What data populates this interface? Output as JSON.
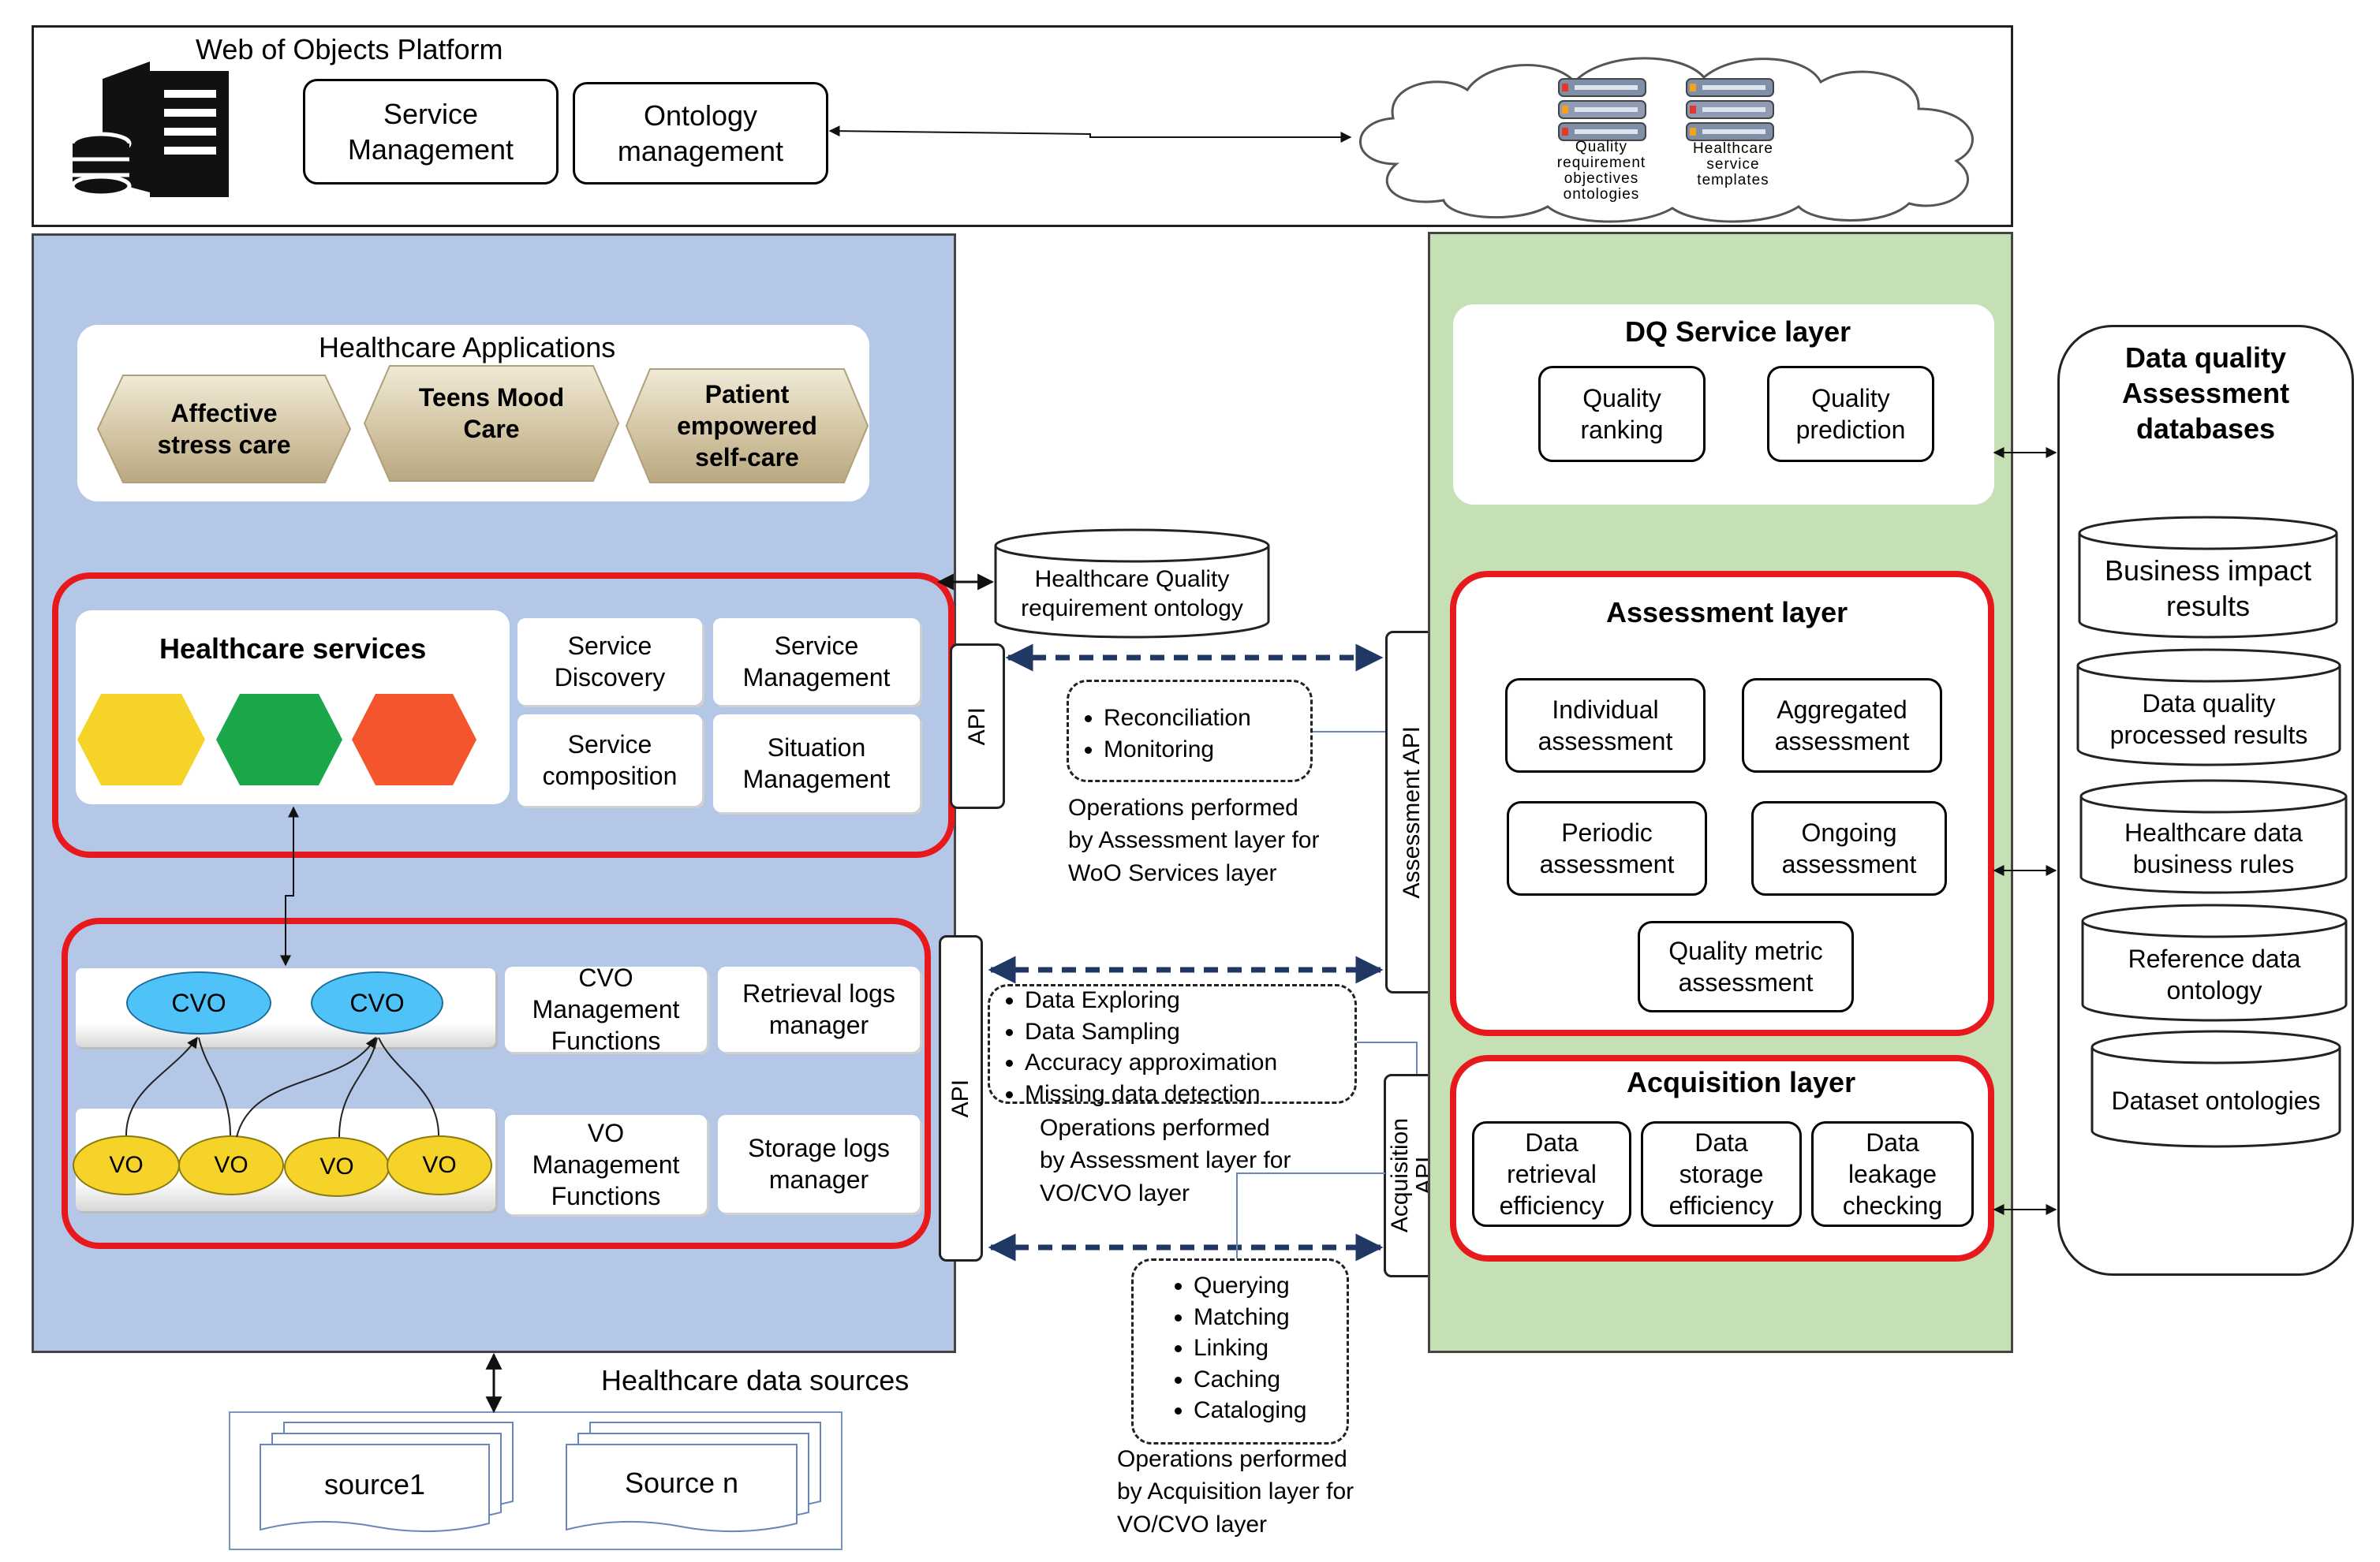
{
  "top": {
    "platform_title": "Web of Objects Platform",
    "service_management": "Service\nManagement",
    "ontology_management": "Ontology\nmanagement",
    "cloud_db1": "Quality\nrequirement\nobjectives\nontologies",
    "cloud_db2": "Healthcare\nservice\ntemplates"
  },
  "left": {
    "apps_title": "Healthcare Applications",
    "apps": [
      "Affective\nstress care",
      "Teens Mood\nCare",
      "Patient\nempowered\nself-care"
    ],
    "services_title": "Healthcare services",
    "service_cells": [
      "Service\nDiscovery",
      "Service\nManagement",
      "Service\ncomposition",
      "Situation\nManagement"
    ],
    "cvo_label": "CVO",
    "vo_label": "VO",
    "cvo_mgmt": "CVO\nManagement\nFunctions",
    "vo_mgmt": "VO\nManagement\nFunctions",
    "retrieval_logs": "Retrieval logs\nmanager",
    "storage_logs": "Storage logs\nmanager",
    "data_sources_title": "Healthcare data sources",
    "source1": "source1",
    "source_n": "Source n"
  },
  "middle": {
    "ontology_cyl": "Healthcare Quality\nrequirement ontology",
    "api": "API",
    "assessment_api": "Assessment API",
    "acquisition_api": "Acquisition\nAPI",
    "ops1_items": [
      "Reconciliation",
      "Monitoring"
    ],
    "ops1_caption": "Operations performed\nby Assessment layer for\nWoO Services layer",
    "ops2_items": [
      "Data Exploring",
      "Data Sampling",
      "Accuracy approximation",
      "Missing data detection"
    ],
    "ops2_caption": "Operations performed\nby Assessment layer for\nVO/CVO layer",
    "ops3_items": [
      "Querying",
      "Matching",
      "Linking",
      "Caching",
      "Cataloging"
    ],
    "ops3_caption": "Operations performed\nby Acquisition layer for\nVO/CVO layer"
  },
  "right": {
    "dq_title": "DQ Service layer",
    "quality_ranking": "Quality\nranking",
    "quality_prediction": "Quality\nprediction",
    "assessment_title": "Assessment layer",
    "individual": "Individual\nassessment",
    "aggregated": "Aggregated\nassessment",
    "periodic": "Periodic\nassessment",
    "ongoing": "Ongoing\nassessment",
    "metric": "Quality metric\nassessment",
    "acquisition_title": "Acquisition layer",
    "retrieval_eff": "Data\nretrieval\nefficiency",
    "storage_eff": "Data\nstorage\nefficiency",
    "leakage": "Data\nleakage\nchecking"
  },
  "db": {
    "title": "Data quality\nAssessment\ndatabases",
    "items": [
      "Business impact\nresults",
      "Data quality\nprocessed results",
      "Healthcare data\nbusiness rules",
      "Reference data\nontology",
      "Dataset ontologies"
    ]
  },
  "colors": {
    "left_panel": "#b4c7e7",
    "right_panel": "#c5e0b4",
    "red_border": "#e8191c",
    "cvo": "#4fc3f7",
    "vo": "#f5d328",
    "hex_yellow": "#f5d328",
    "hex_green": "#1aa649",
    "hex_red": "#f4552d",
    "dashed_arrow": "#1f3864"
  }
}
